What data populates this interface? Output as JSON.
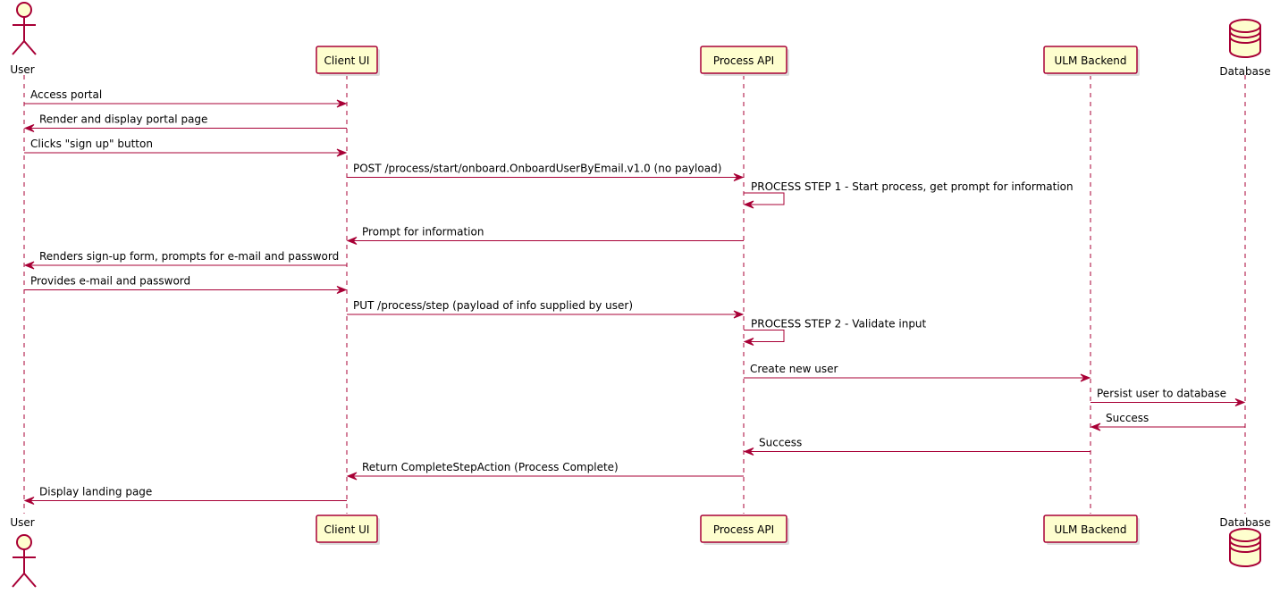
{
  "participants": [
    {
      "id": "user",
      "kind": "actor",
      "label": "User"
    },
    {
      "id": "client",
      "kind": "box",
      "label": "Client UI"
    },
    {
      "id": "process",
      "kind": "box",
      "label": "Process API"
    },
    {
      "id": "ulm",
      "kind": "box",
      "label": "ULM Backend"
    },
    {
      "id": "db",
      "kind": "database",
      "label": "Database"
    }
  ],
  "messages": [
    {
      "from": "user",
      "to": "client",
      "text": "Access portal"
    },
    {
      "from": "client",
      "to": "user",
      "text": "Render and display portal page"
    },
    {
      "from": "user",
      "to": "client",
      "text": "Clicks \"sign up\" button"
    },
    {
      "from": "client",
      "to": "process",
      "text": "POST /process/start/onboard.OnboardUserByEmail.v1.0 (no payload)"
    },
    {
      "from": "process",
      "to": "process",
      "text": "PROCESS STEP 1 - Start process, get prompt for information"
    },
    {
      "from": "process",
      "to": "client",
      "text": "Prompt for information"
    },
    {
      "from": "client",
      "to": "user",
      "text": "Renders sign-up form, prompts for e-mail and password"
    },
    {
      "from": "user",
      "to": "client",
      "text": "Provides e-mail and password"
    },
    {
      "from": "client",
      "to": "process",
      "text": "PUT /process/step (payload of info supplied by user)"
    },
    {
      "from": "process",
      "to": "process",
      "text": "PROCESS STEP 2 - Validate input"
    },
    {
      "from": "process",
      "to": "ulm",
      "text": "Create new user"
    },
    {
      "from": "ulm",
      "to": "db",
      "text": "Persist user to database"
    },
    {
      "from": "db",
      "to": "ulm",
      "text": "Success"
    },
    {
      "from": "ulm",
      "to": "process",
      "text": "Success"
    },
    {
      "from": "process",
      "to": "client",
      "text": "Return CompleteStepAction (Process Complete)"
    },
    {
      "from": "client",
      "to": "user",
      "text": "Display landing page"
    }
  ]
}
